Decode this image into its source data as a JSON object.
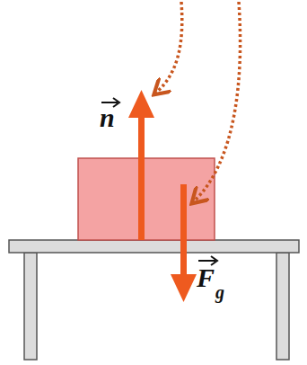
{
  "diagram": {
    "labels": [
      "n",
      "F",
      "g"
    ]
  }
}
